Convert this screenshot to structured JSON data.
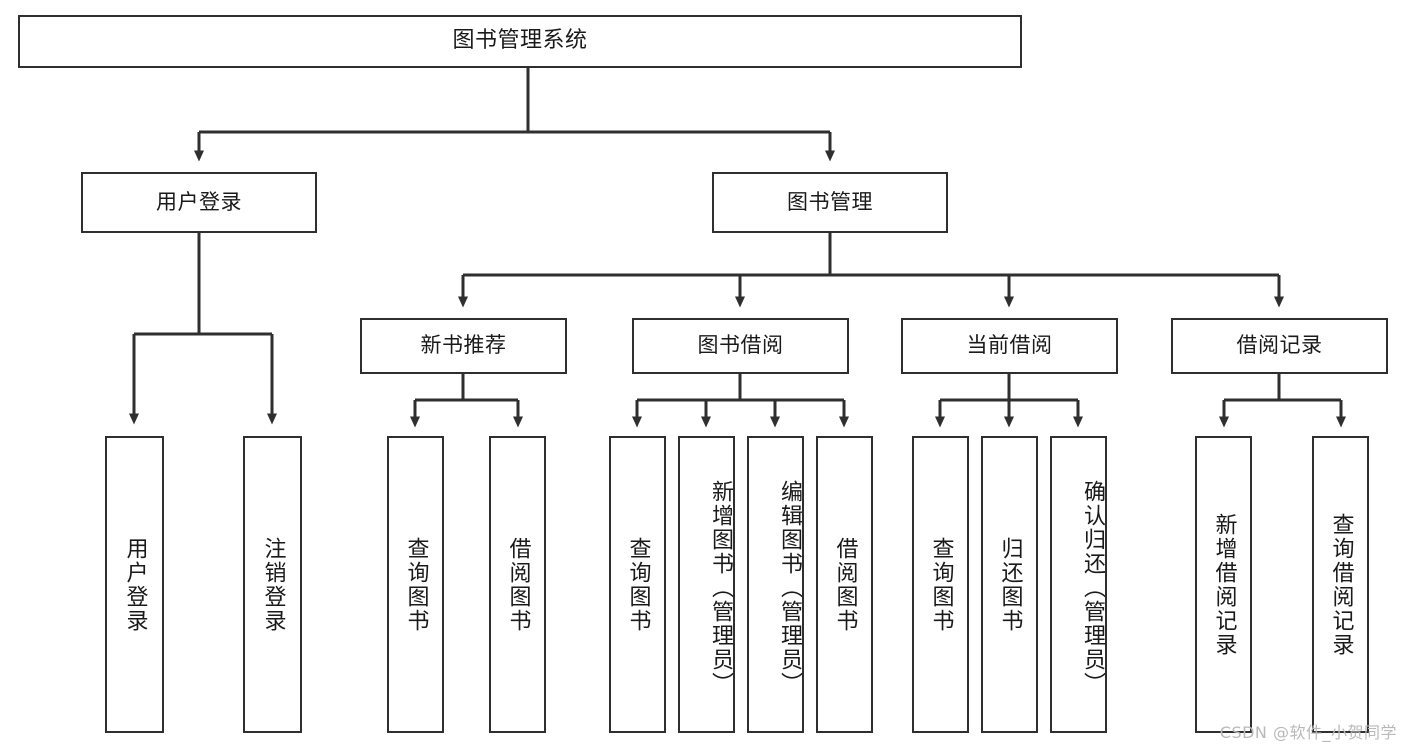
{
  "diagram": {
    "title": "图书管理系统",
    "type": "tree",
    "watermark": "CSDN @软件_小贺同学",
    "colors": {
      "box_border": "#2f2f2f",
      "box_fill": "#ffffff",
      "edge": "#2f2f2f",
      "text": "#1a1a1a",
      "watermark": "#b9b9b9",
      "background": "#ffffff"
    },
    "root": {
      "label": "图书管理系统"
    },
    "level2": [
      {
        "label": "用户登录"
      },
      {
        "label": "图书管理"
      }
    ],
    "level3": [
      {
        "label": "新书推荐"
      },
      {
        "label": "图书借阅"
      },
      {
        "label": "当前借阅"
      },
      {
        "label": "借阅记录"
      }
    ],
    "leaves": {
      "user_login": [
        {
          "label": "用户登录"
        },
        {
          "label": "注销登录"
        }
      ],
      "new_book_recommend": [
        {
          "label": "查询图书"
        },
        {
          "label": "借阅图书"
        }
      ],
      "book_borrow": [
        {
          "label": "查询图书"
        },
        {
          "label": "新增图书（管理员）"
        },
        {
          "label": "编辑图书（管理员）"
        },
        {
          "label": "借阅图书"
        }
      ],
      "current_borrow": [
        {
          "label": "查询图书"
        },
        {
          "label": "归还图书"
        },
        {
          "label": "确认归还（管理员）"
        }
      ],
      "borrow_record": [
        {
          "label": "新增借阅记录"
        },
        {
          "label": "查询借阅记录"
        }
      ]
    }
  }
}
